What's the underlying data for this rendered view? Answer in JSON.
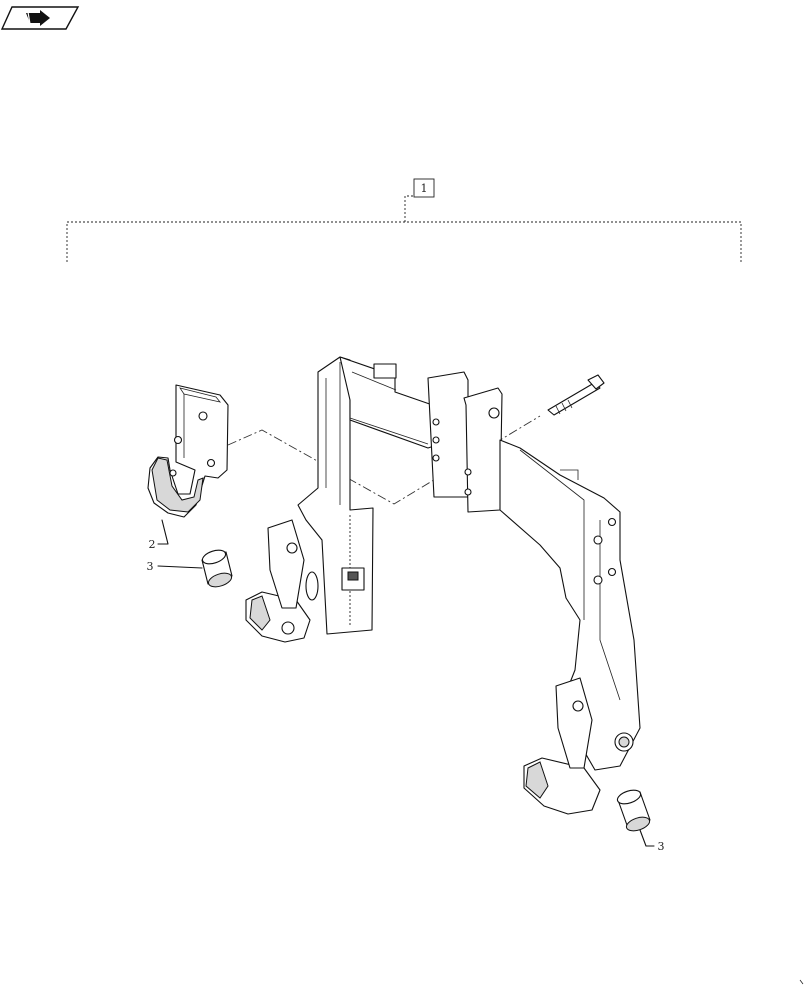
{
  "nav_icon": {
    "name": "page-nav-arrow-icon"
  },
  "assembly_callout": {
    "label": "1"
  },
  "callouts": [
    {
      "id": "callout-2",
      "label": "2"
    },
    {
      "id": "callout-3-left",
      "label": "3"
    },
    {
      "id": "callout-3-right",
      "label": "3"
    }
  ]
}
